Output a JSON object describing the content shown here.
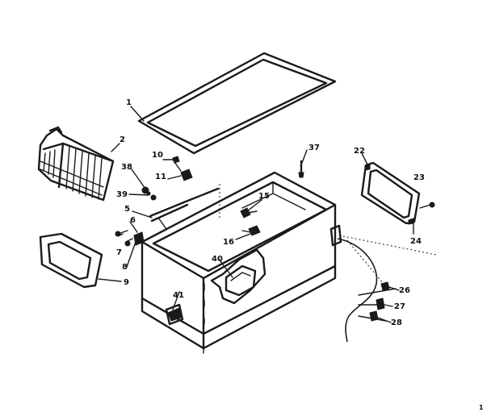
{
  "callouts": {
    "c1": "1",
    "c2": "2",
    "c5": "5",
    "c6": "6",
    "c7": "7",
    "c8": "8",
    "c9": "9",
    "c10": "10",
    "c11": "11",
    "c15": "15",
    "c16": "16",
    "c22": "22",
    "c23": "23",
    "c24": "24",
    "c26": "26",
    "c27": "27",
    "c28": "28",
    "c37": "37",
    "c38": "38",
    "c39": "39",
    "c40": "40",
    "c41": "41"
  },
  "page_mark": "1"
}
